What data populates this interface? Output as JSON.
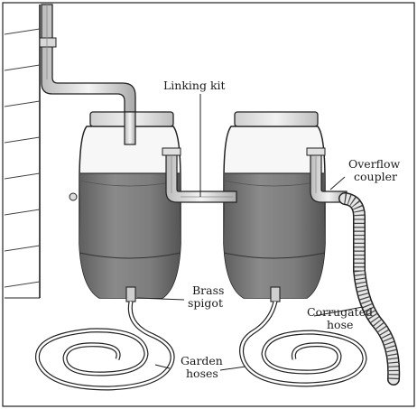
{
  "diagram": {
    "labels": {
      "linking_kit": "Linking kit",
      "overflow_coupler": [
        "Overflow",
        "coupler"
      ],
      "brass_spigot": [
        "Brass",
        "spigot"
      ],
      "corrugated_hose": [
        "Corrugated",
        "hose"
      ],
      "garden_hoses": [
        "Garden",
        "hoses"
      ]
    }
  }
}
